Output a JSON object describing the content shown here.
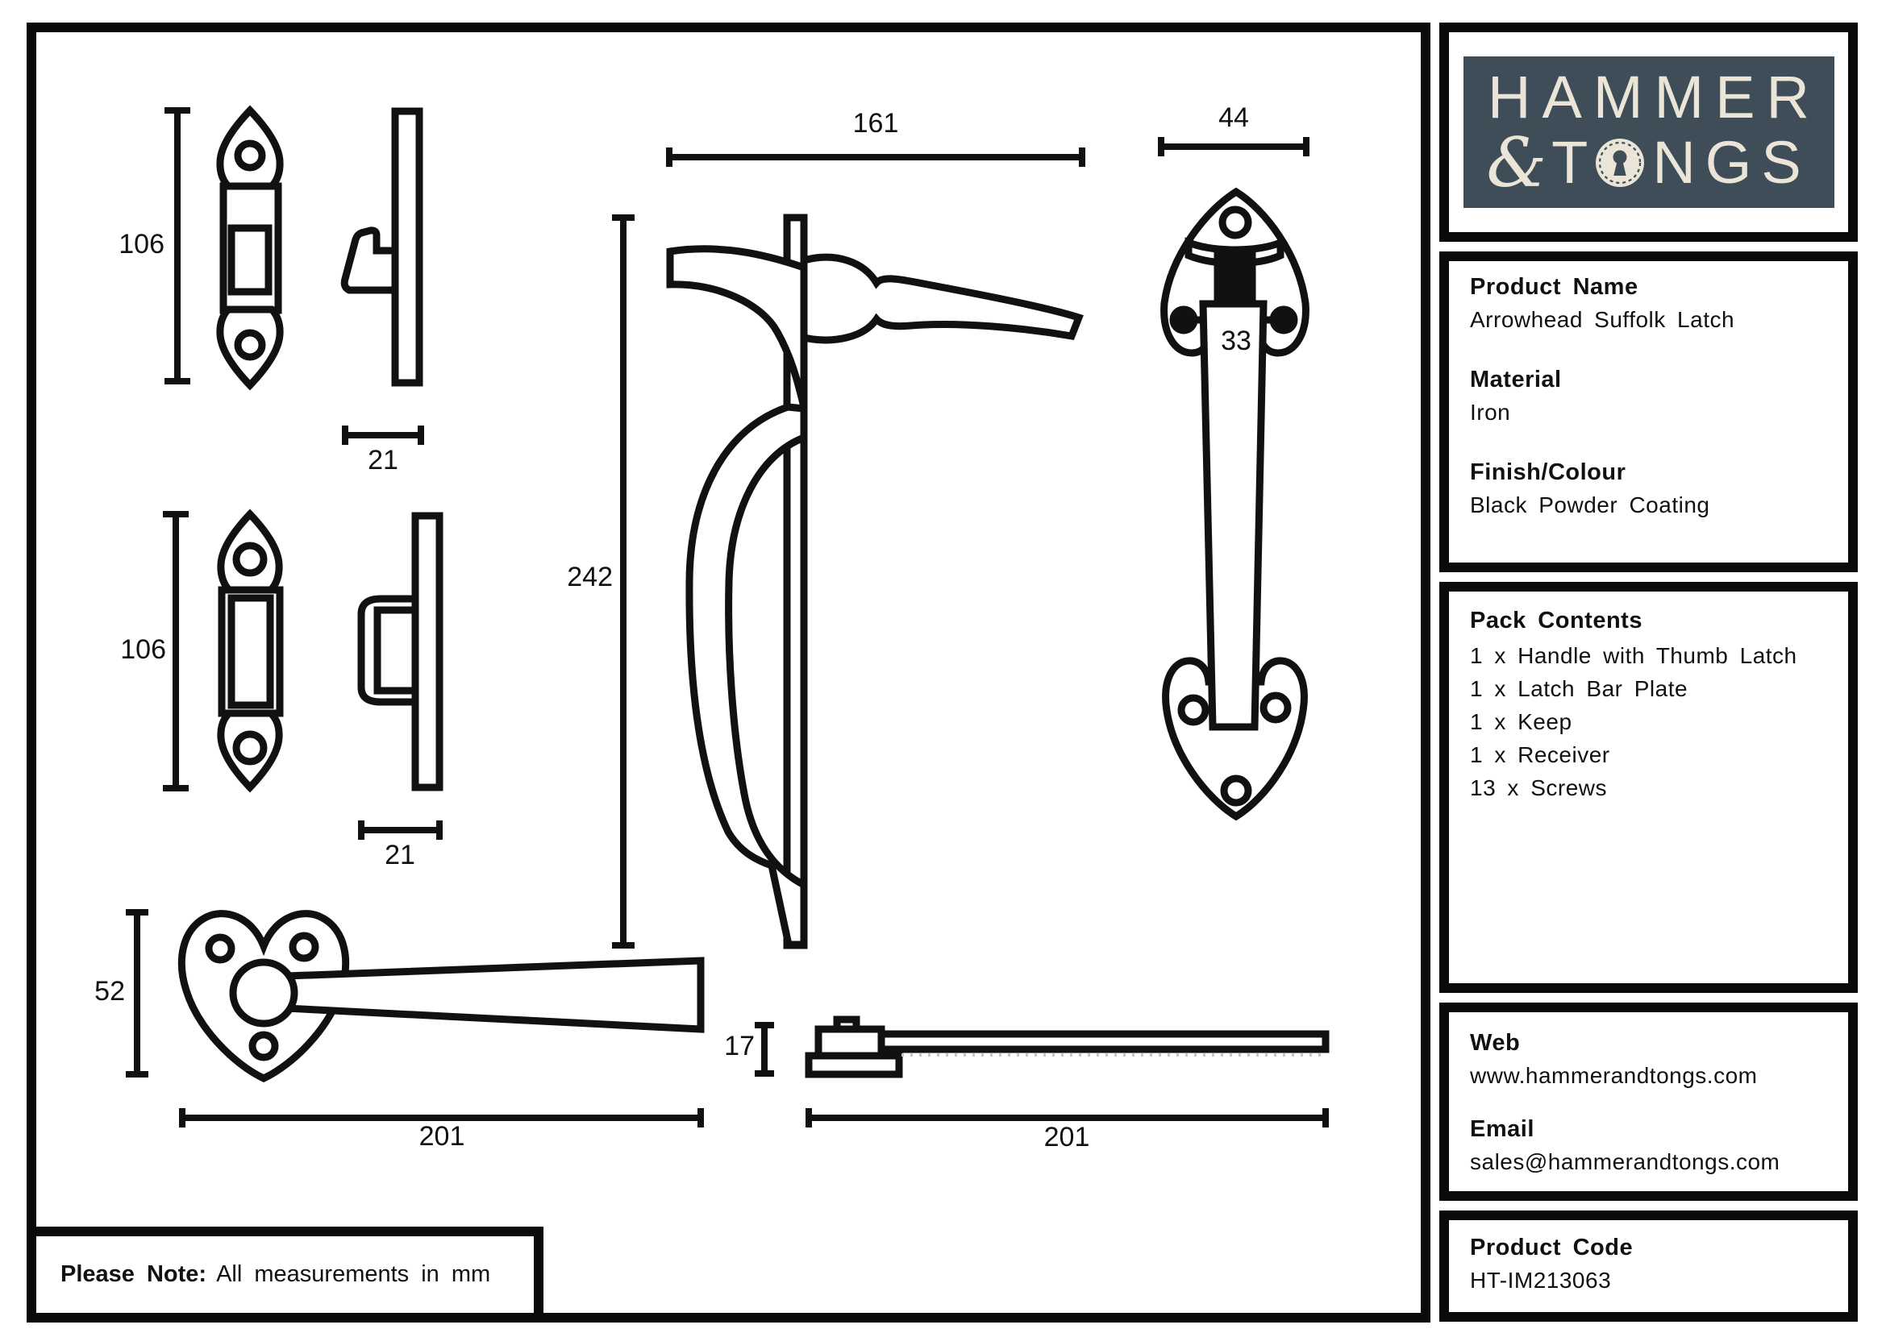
{
  "brand": {
    "line1": "HAMMER",
    "amp": "&",
    "t_letter": "T",
    "rest": "NGS"
  },
  "sidebar": {
    "product_name": {
      "label": "Product Name",
      "value": "Arrowhead Suffolk Latch"
    },
    "material": {
      "label": "Material",
      "value": "Iron"
    },
    "finish": {
      "label": "Finish/Colour",
      "value": "Black Powder Coating"
    },
    "pack_contents": {
      "label": "Pack Contents",
      "items": [
        "1 x Handle with Thumb Latch",
        "1 x Latch Bar Plate",
        "1 x Keep",
        "1 x Receiver",
        "13 x Screws"
      ]
    },
    "web": {
      "label": "Web",
      "value": "www.hammerandtongs.com"
    },
    "email": {
      "label": "Email",
      "value": "sales@hammerandtongs.com"
    },
    "product_code": {
      "label": "Product Code",
      "value": "HT-IM213063"
    }
  },
  "note": {
    "label": "Please Note:",
    "text": "All measurements in mm"
  },
  "dimensions": {
    "keep": {
      "height": "106",
      "depth": "21"
    },
    "receiver": {
      "height": "106",
      "depth": "21"
    },
    "handle_side": {
      "width": "161",
      "height": "242"
    },
    "handle_front": {
      "width": "44",
      "screw_spacing": "33"
    },
    "latch_plate": {
      "height": "52",
      "length": "201"
    },
    "latch_bar": {
      "height": "17",
      "length": "201"
    }
  },
  "colors": {
    "logo_bg": "#3e4d58",
    "logo_text": "#ebe5d8",
    "line": "#111111"
  }
}
